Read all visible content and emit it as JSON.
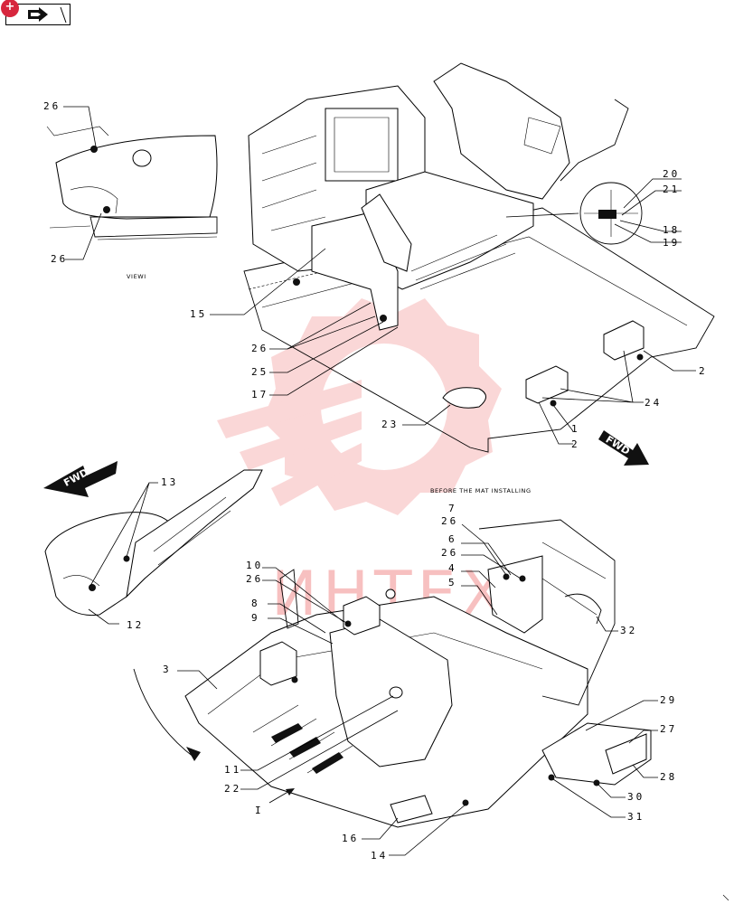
{
  "toolbar": {
    "badge_symbol": "+",
    "nav_icon": "arrow-right-icon"
  },
  "diagram": {
    "view_caption": "VIEWI",
    "before_mat_caption": "BEFORE THE MAT INSTALLING",
    "fwd_label": "FWD",
    "view_arrow_label": "I",
    "watermark": "ИНТЕХ",
    "callouts": [
      "26",
      "26",
      "20",
      "21",
      "18",
      "19",
      "15",
      "26",
      "25",
      "17",
      "2",
      "24",
      "1",
      "2",
      "23",
      "13",
      "12",
      "7",
      "26",
      "6",
      "26",
      "4",
      "5",
      "10",
      "26",
      "8",
      "9",
      "3",
      "32",
      "29",
      "27",
      "28",
      "30",
      "31",
      "11",
      "22",
      "16",
      "14"
    ]
  },
  "colors": {
    "watermark": "#f28e8e",
    "badge": "#d7263d",
    "line": "#000000"
  }
}
